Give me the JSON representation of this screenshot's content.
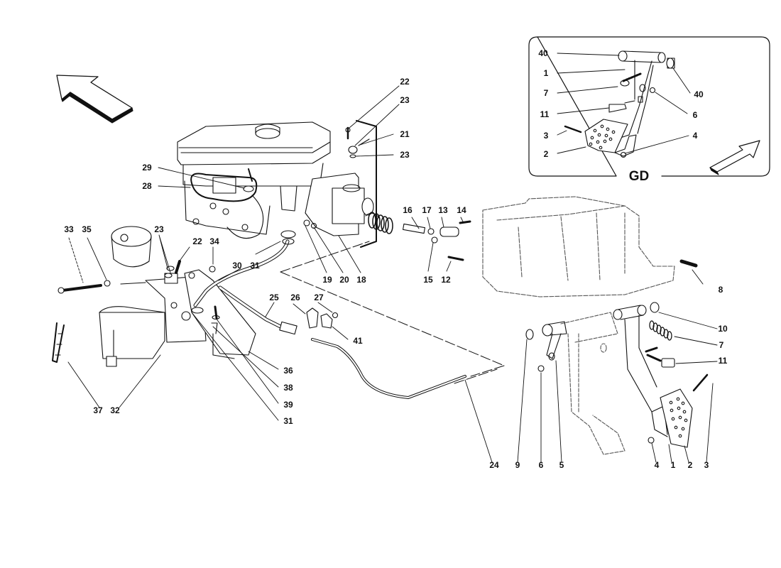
{
  "diagram": {
    "type": "exploded-parts-diagram",
    "subject": "Clutch hydraulic system and pedal assembly",
    "inset": {
      "title": "GD",
      "labels": [
        "40",
        "1",
        "7",
        "11",
        "3",
        "2",
        "40",
        "6",
        "4"
      ]
    },
    "callouts": {
      "c22a": "22",
      "c23a": "23",
      "c21": "21",
      "c23b": "23",
      "c29": "29",
      "c28": "28",
      "c16": "16",
      "c17": "17",
      "c13": "13",
      "c14": "14",
      "c15": "15",
      "c12": "12",
      "c19": "19",
      "c20": "20",
      "c18": "18",
      "c33": "33",
      "c35": "35",
      "c23c": "23",
      "c22b": "22",
      "c34": "34",
      "c30": "30",
      "c31a": "31",
      "c25": "25",
      "c26": "26",
      "c27": "27",
      "c41": "41",
      "c36": "36",
      "c38": "38",
      "c39": "39",
      "c31b": "31",
      "c37": "37",
      "c32": "32",
      "c8": "8",
      "c10": "10",
      "c7": "7",
      "c11": "11",
      "c24": "24",
      "c9": "9",
      "c6": "6",
      "c5": "5",
      "c4": "4",
      "c1": "1",
      "c2": "2",
      "c3": "3"
    },
    "icons": {
      "main_arrow": "direction-arrow-up-left",
      "inset_arrow": "direction-arrow-up-right"
    }
  }
}
